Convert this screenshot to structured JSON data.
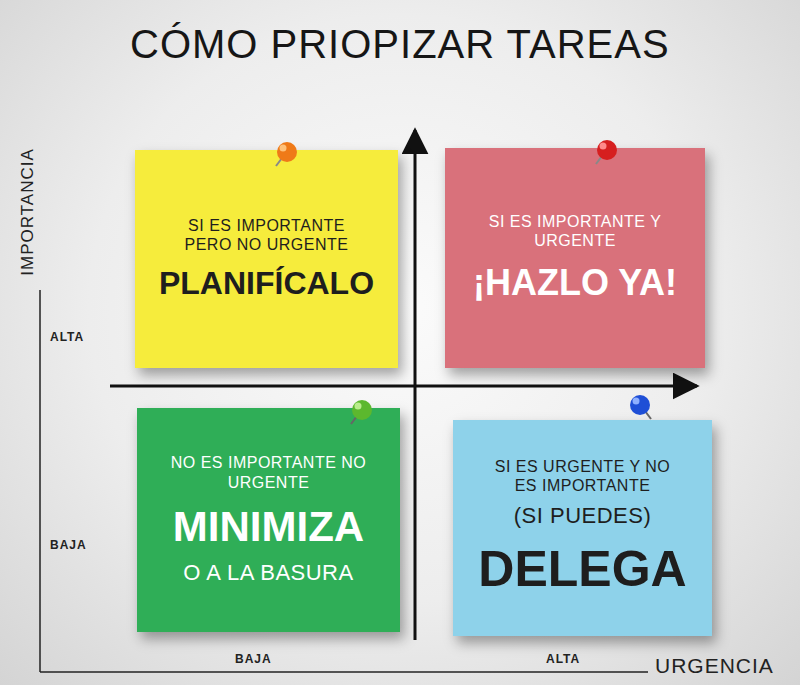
{
  "diagram": {
    "title": "CÓMO PRIOPIZAR TAREAS",
    "nodes": [
      {
        "text": [
          "SI ES IMPORTANTE PERO NO URGENTE",
          "PLANIFÍCALO"
        ]
      },
      {
        "text": [
          "SI ES IMPORTANTE Y URGENTE",
          "¡HAZLO YA!"
        ]
      },
      {
        "text": [
          "NO ES IMPORTANTE NO URGENTE",
          "MINIMIZA",
          "O A LA BASURA"
        ]
      },
      {
        "text": [
          "SI ES URGENTE Y NO ES IMPORTANTE",
          "(SI PUEDES)",
          "DELEGA"
        ]
      }
    ],
    "labels": [
      "IMPORTANCIA",
      "ALTA",
      "BAJA",
      "BAJA",
      "ALTA",
      "URGENCIA"
    ]
  }
}
